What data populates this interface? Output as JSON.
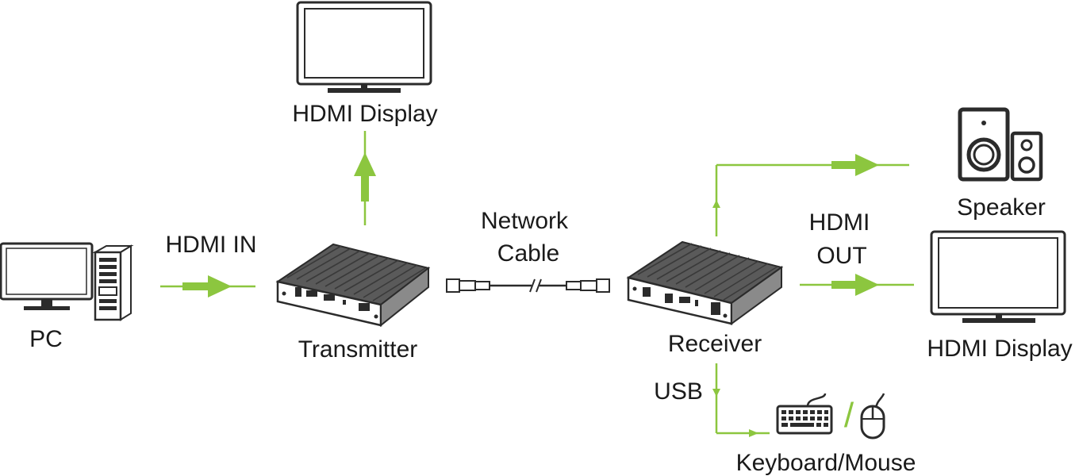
{
  "labels": {
    "top_display": "HDMI Display",
    "pc": "PC",
    "hdmi_in": "HDMI IN",
    "transmitter": "Transmitter",
    "network_line1": "Network",
    "network_line2": "Cable",
    "receiver": "Receiver",
    "speaker": "Speaker",
    "hdmi_out_line1": "HDMI",
    "hdmi_out_line2": "OUT",
    "right_display": "HDMI Display",
    "usb": "USB",
    "keyboard_mouse": "Keyboard/Mouse",
    "slash": "/"
  },
  "colors": {
    "arrow": "#8cc63f",
    "device": "#2b2b2b"
  },
  "icons": [
    "monitor-icon",
    "pc-tower-icon",
    "transmitter-box-icon",
    "network-cable-icon",
    "receiver-box-icon",
    "speaker-icon",
    "keyboard-icon",
    "mouse-icon"
  ]
}
